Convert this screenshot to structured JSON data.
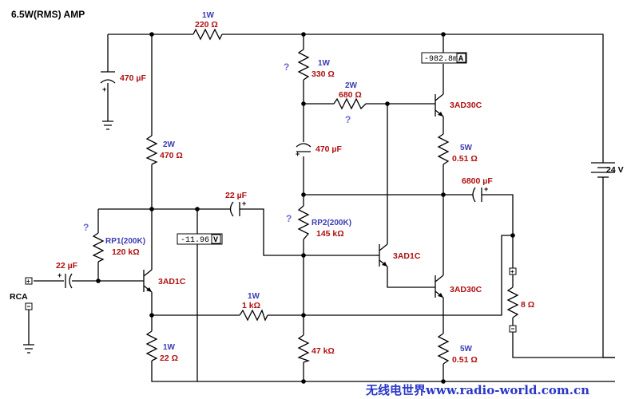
{
  "title": "6.5W(RMS) AMP",
  "components": {
    "r_top": {
      "power": "1W",
      "value": "220 Ω"
    },
    "c_in_sup": {
      "value": "470 µF"
    },
    "r_330": {
      "power": "1W",
      "value": "330 Ω",
      "mark": "?"
    },
    "r_680": {
      "power": "2W",
      "value": "680 Ω",
      "mark": "?"
    },
    "r_470": {
      "power": "2W",
      "value": "470 Ω"
    },
    "c_boot": {
      "value": "470 µF"
    },
    "q_top": {
      "part": "3AD30C"
    },
    "r_e_top": {
      "power": "5W",
      "value": "0.51 Ω"
    },
    "battery": {
      "value": "24 V"
    },
    "c_mid": {
      "value": "22 µF"
    },
    "c_out": {
      "value": "6800 µF"
    },
    "rp1": {
      "name": "RP1(200K)",
      "value": "120 kΩ",
      "mark": "?"
    },
    "rp2": {
      "name": "RP2(200K)",
      "value": "145 kΩ",
      "mark": "?"
    },
    "q_drv": {
      "part": "3AD1C"
    },
    "q_in": {
      "part": "3AD1C"
    },
    "c_in": {
      "value": "22 µF"
    },
    "input": {
      "label": "RCA"
    },
    "r_fb": {
      "power": "1W",
      "value": "1 kΩ"
    },
    "q_bot": {
      "part": "3AD30C"
    },
    "speaker": {
      "value": "8 Ω"
    },
    "r_e_in": {
      "power": "1W",
      "value": "22 Ω"
    },
    "r_47k": {
      "value": "47 kΩ"
    },
    "r_e_bot": {
      "power": "5W",
      "value": "0.51 Ω"
    }
  },
  "meters": {
    "ammeter": {
      "reading": "-982.8m",
      "unit": "A"
    },
    "voltmeter": {
      "reading": "-11.96",
      "unit": "V"
    }
  },
  "watermark": {
    "text": "无线电世界www.radio-world.com.cn"
  }
}
